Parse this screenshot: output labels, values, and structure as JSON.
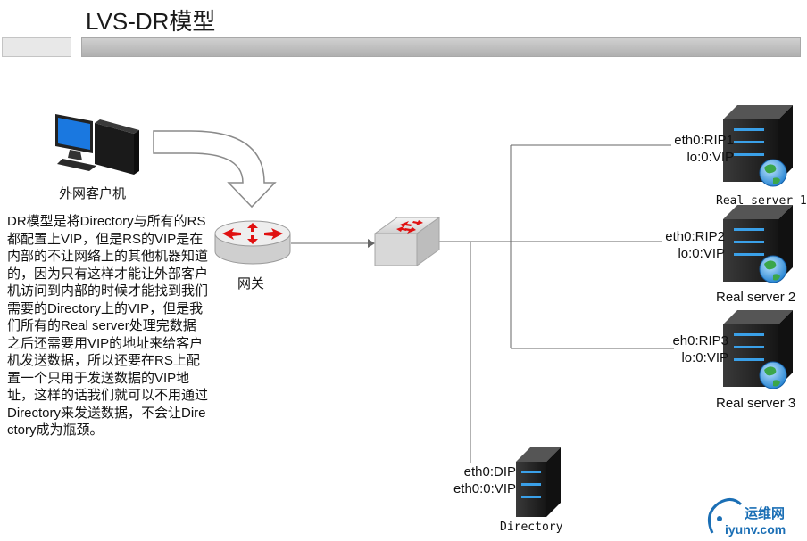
{
  "title": "LVS-DR模型",
  "client": {
    "label": "外网客户机",
    "icon": "desktop-computer-icon"
  },
  "gateway": {
    "label": "网关",
    "icon": "router-icon"
  },
  "switch": {
    "icon": "switch-icon"
  },
  "description": "DR模型是将Directory与所有的RS都配置上VIP，但是RS的VIP是在内部的不让网络上的其他机器知道的，因为只有这样才能让外部客户机访问到内部的时候才能找到我们需要的Directory上的VIP，但是我们所有的Real server处理完数据之后还需要用VIP的地址来给客户机发送数据，所以还要在RS上配置一个只用于发送数据的VIP地址，这样的话我们就可以不用通过Directory来发送数据，不会让Directory成为瓶颈。",
  "servers": [
    {
      "name": "Real  server 1",
      "if1": "eth0:RIP1",
      "if2": "lo:0:VIP"
    },
    {
      "name": "Real server 2",
      "if1": "eth0:RIP2",
      "if2": "lo:0:VIP"
    },
    {
      "name": "Real server 3",
      "if1": "eh0:RIP3",
      "if2": "lo:0:VIP"
    }
  ],
  "director": {
    "name": "Directory",
    "if1": "eth0:DIP",
    "if2": "eth0:0:VIP"
  },
  "watermark": {
    "cn": "运维网",
    "en": "iyunv.com"
  },
  "colors": {
    "line": "#666666",
    "router_arrow": "#e01010",
    "server_light": "#3aa0e8",
    "watermark": "#1b6fb5"
  }
}
